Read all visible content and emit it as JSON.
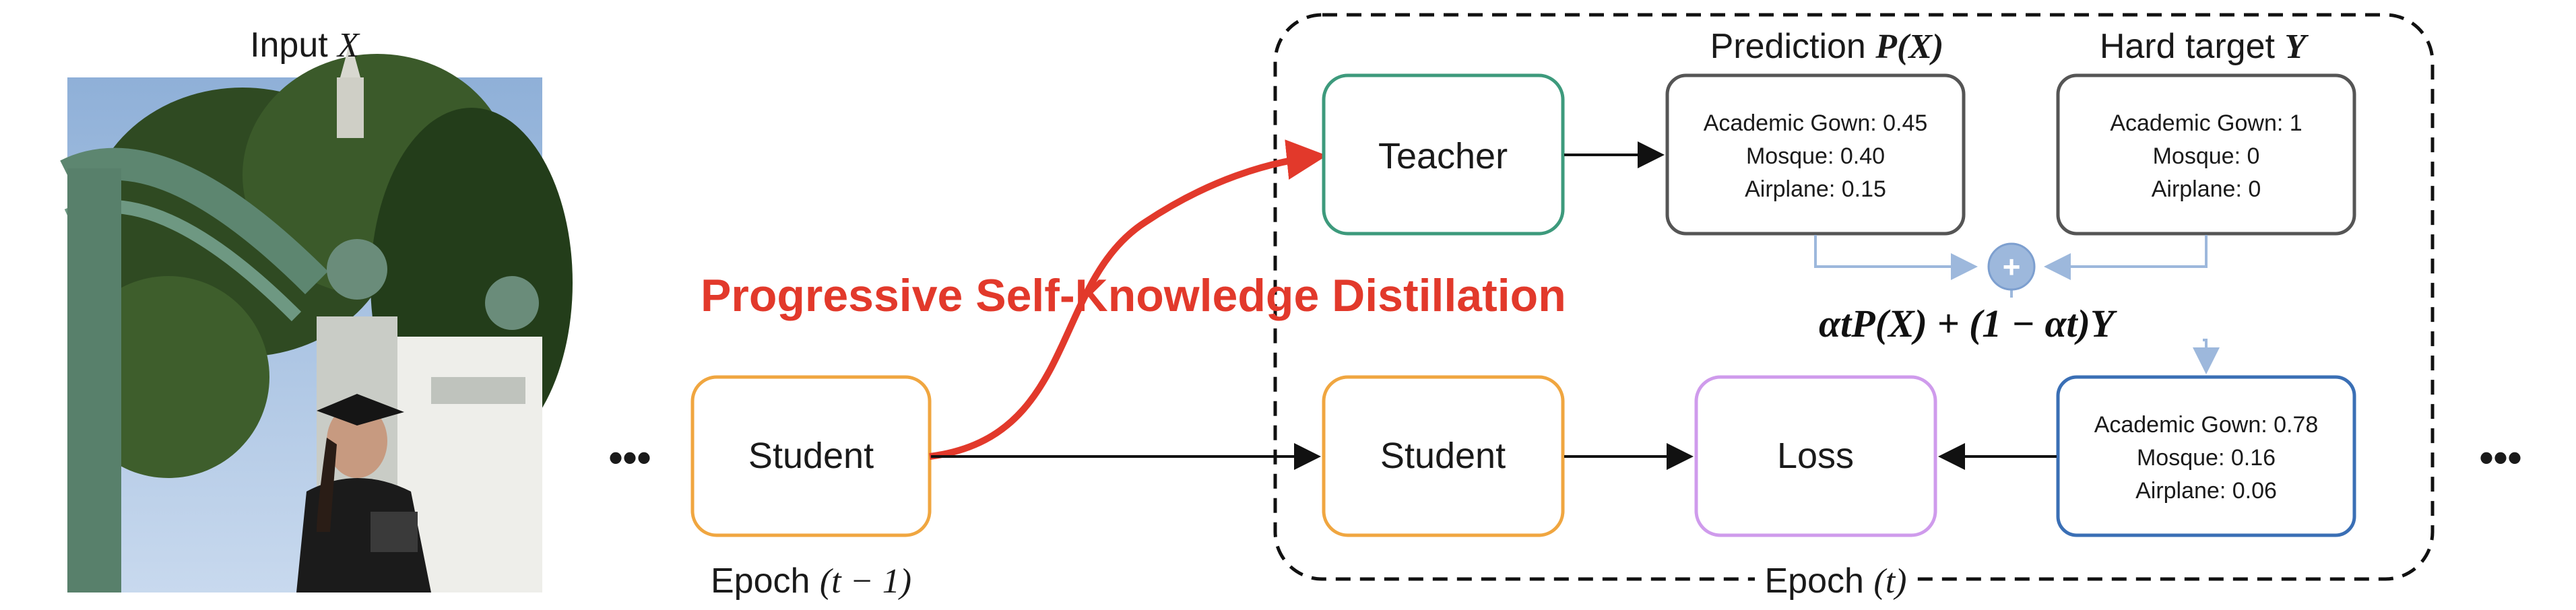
{
  "input_label": {
    "text": "Input ",
    "var": "X"
  },
  "ellipsis_left": "•••",
  "ellipsis_right": "•••",
  "prev_student": {
    "label": "Student",
    "epoch_label": {
      "text": "Epoch ",
      "var": "(t − 1)"
    }
  },
  "method_title": "Progressive Self-Knowledge Distillation",
  "epoch_t": {
    "caption": {
      "text": "Epoch ",
      "var": "(t)"
    },
    "teacher": {
      "label": "Teacher"
    },
    "student": {
      "label": "Student"
    },
    "loss": {
      "label": "Loss"
    },
    "prediction": {
      "heading": {
        "text": "Prediction ",
        "var": "P(X)"
      },
      "lines": [
        "Academic Gown: 0.45",
        "Mosque: 0.40",
        "Airplane: 0.15"
      ]
    },
    "hard_target": {
      "heading": {
        "text": "Hard target ",
        "var": "Y"
      },
      "lines": [
        "Academic Gown: 1",
        "Mosque: 0",
        "Airplane: 0"
      ]
    },
    "soft_target": {
      "lines": [
        "Academic Gown: 0.78",
        "Mosque: 0.16",
        "Airplane: 0.06"
      ]
    },
    "combine_symbol": "+",
    "formula": "αtP(X) + (1 − αt)Y"
  },
  "colors": {
    "student": "#f0a640",
    "teacher": "#3d9a7c",
    "loss": "#cf9bec",
    "soft_target": "#3a6fb5",
    "gray_box": "#555555",
    "connector": "#9db8dc",
    "accent_red": "#e2392b"
  }
}
